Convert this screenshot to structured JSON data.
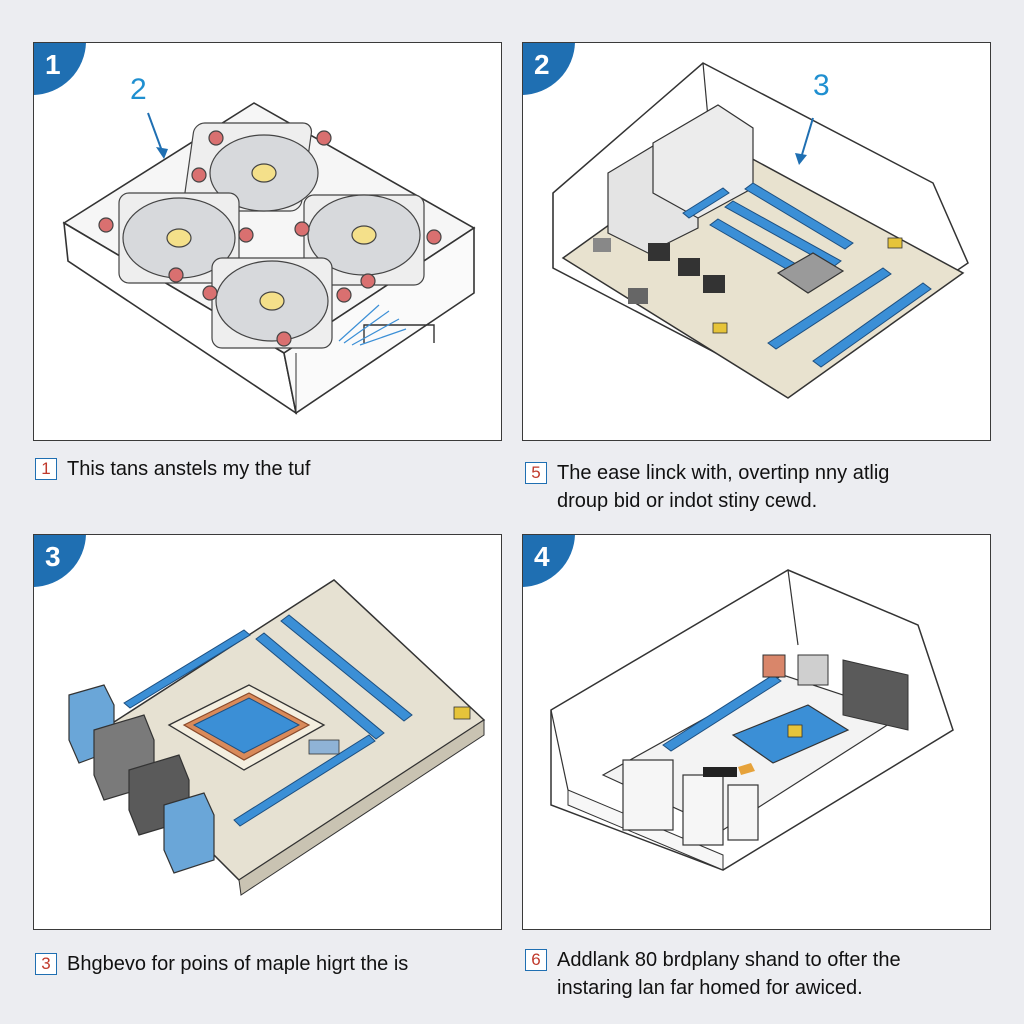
{
  "panels": [
    {
      "badge": "1",
      "callout": "2"
    },
    {
      "badge": "2",
      "callout": "3"
    },
    {
      "badge": "3"
    },
    {
      "badge": "4"
    }
  ],
  "captions": [
    {
      "num": "1",
      "line1": "This tans anstels my the tuf",
      "line2": ""
    },
    {
      "num": "5",
      "line1": "The ease linck with, overtinp nny atlig",
      "line2": "droup bid or indot stiny cewd."
    },
    {
      "num": "3",
      "line1": "Bhgbevo for poins of maple higrt the is",
      "line2": ""
    },
    {
      "num": "6",
      "line1": "Addlank 80 brdplany shand to ofter the",
      "line2": "instaring lan far homed for awiced."
    }
  ],
  "colors": {
    "badge": "#1f6fb2",
    "slot_blue": "#3b8fd6",
    "fan_frame_red": "#d97070",
    "caption_box_border": "#1f6fb2",
    "caption_num": "#c0392b"
  }
}
